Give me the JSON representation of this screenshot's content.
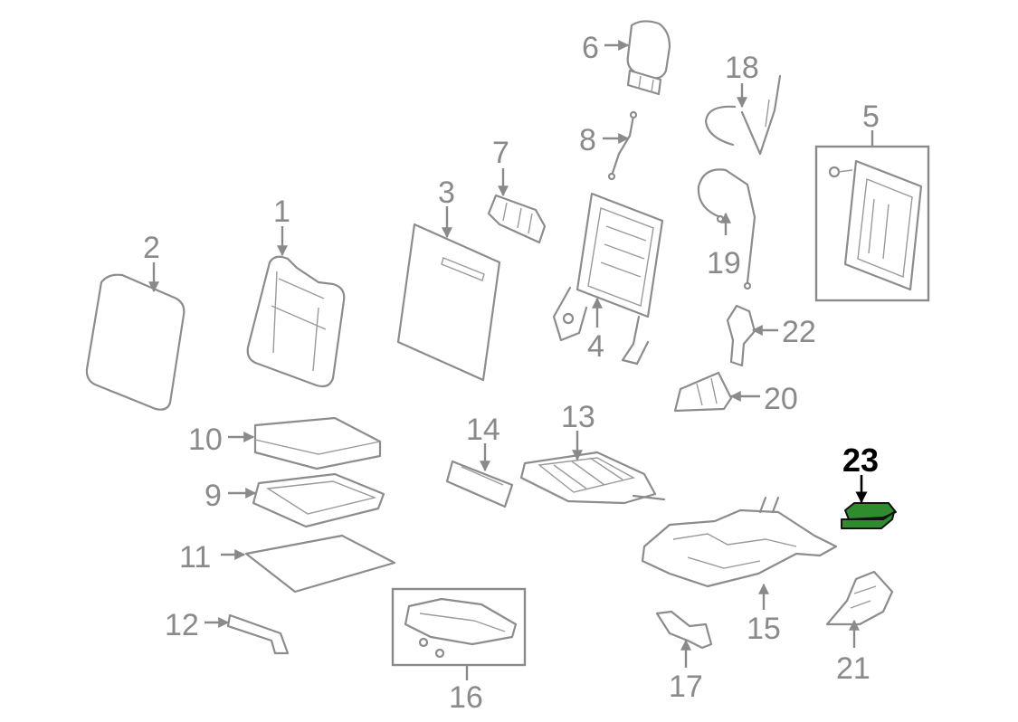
{
  "highlight_color": "#2e8b2e",
  "labels": {
    "p1": "1",
    "p2": "2",
    "p3": "3",
    "p4": "4",
    "p5": "5",
    "p6": "6",
    "p7": "7",
    "p8": "8",
    "p9": "9",
    "p10": "10",
    "p11": "11",
    "p12": "12",
    "p13": "13",
    "p14": "14",
    "p15": "15",
    "p16": "16",
    "p17": "17",
    "p18": "18",
    "p19": "19",
    "p20": "20",
    "p21": "21",
    "p22": "22",
    "p23": "23"
  }
}
